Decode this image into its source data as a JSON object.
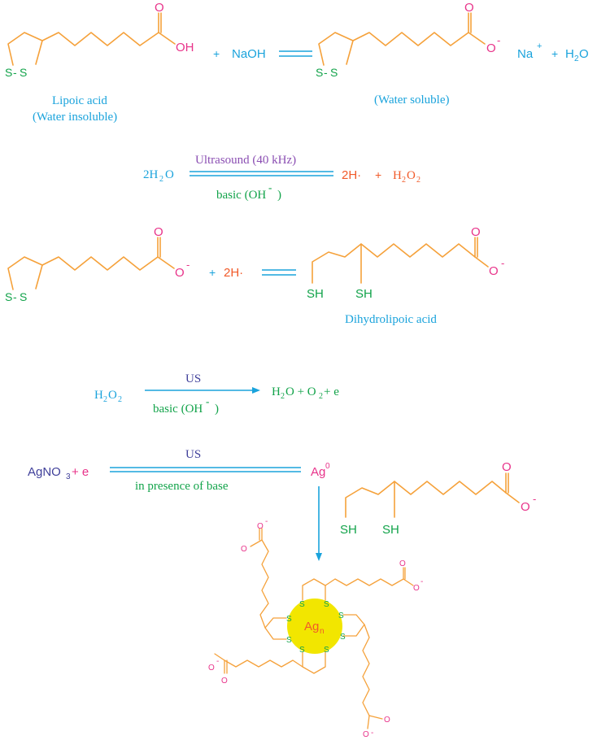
{
  "reaction1": {
    "oh": "OH",
    "plus1": "+",
    "naoh": "NaOH",
    "o_minus": "O",
    "minus": "-",
    "na": "Na",
    "na_plus": "+",
    "plus2": "+",
    "h2o_h": "H",
    "h2o_2": "2",
    "h2o_o": "O",
    "lipoic_name": "Lipoic acid",
    "lipoic_note": "(Water insoluble)",
    "salt_note": "(Water soluble)",
    "carbonyl_o": "O",
    "s": "S"
  },
  "reaction2": {
    "reactant": "2H",
    "reactant_sub": "2",
    "reactant_o": "O",
    "condition_top": "Ultrasound (40 kHz)",
    "condition_bottom": "basic (OH",
    "condition_bottom_sup": "-",
    "condition_bottom_close": ")",
    "product1": "2H·",
    "plus": "+",
    "product2_h": "H",
    "product2_sub1": "2",
    "product2_o": "O",
    "product2_sub2": "2"
  },
  "reaction3": {
    "o_minus": "O",
    "minus": "-",
    "plus": "+",
    "radical": "2H·",
    "sh1": "SH",
    "sh2": "SH",
    "product_name": "Dihydrolipoic acid"
  },
  "reaction4": {
    "reactant_h": "H",
    "reactant_sub1": "2",
    "reactant_o": "O",
    "reactant_sub2": "2",
    "condition_top": "US",
    "condition_bottom": "basic (OH",
    "condition_bottom_sup": "-",
    "condition_bottom_close": " )",
    "product": "H",
    "product_sub": "2",
    "product_rest": "O + O",
    "product_sub2": "2",
    "product_tail": " + e"
  },
  "reaction5": {
    "reactant": "AgNO",
    "reactant_sub": "3",
    "plus_e": "+ e",
    "condition_top": "US",
    "condition_bottom": "in presence of base",
    "product": "Ag",
    "product_sup": "0",
    "sh1": "SH",
    "sh2": "SH",
    "nanoparticle": "Ag",
    "nanoparticle_sub": "n",
    "s": "S",
    "o": "O",
    "minus": "-"
  },
  "colors": {
    "bond": "#f5a13a",
    "label_cyan": "#1aa3dc",
    "thiol_green": "#12a34a",
    "oxygen_pink": "#e8338a",
    "radical_red": "#f15a29",
    "condition_purple": "#8b4fb3",
    "silver_navy": "#3f3f9a",
    "nanoparticle_yellow": "#f2e600"
  }
}
